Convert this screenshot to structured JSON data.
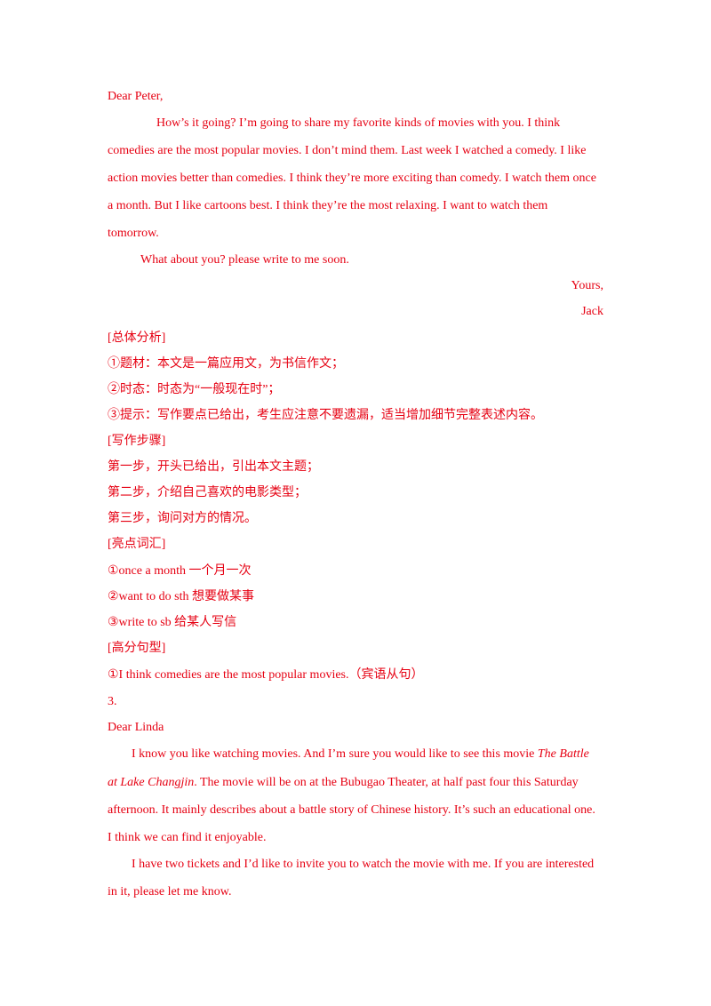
{
  "letter1": {
    "greeting": "Dear Peter,",
    "p1": [
      "How’s it going? I’m going to share my favorite kinds of movies with you. I think",
      "comedies are the most popular movies. I don’t mind them. Last week I watched a comedy. I like",
      "action movies better than comedies. I think they’re more exciting than comedy. I watch them once",
      "a month. But I like cartoons best. I think they’re the most relaxing. I want to watch them",
      "tomorrow."
    ],
    "p2": "What about you? please write to me soon.",
    "closing": "Yours,",
    "signature": "Jack"
  },
  "analysis": {
    "overall_heading": "[总体分析]",
    "overall_items": [
      "①题材：本文是一篇应用文，为书信作文；",
      "②时态：时态为“一般现在时”；",
      "③提示：写作要点已给出，考生应注意不要遗漏，适当增加细节完整表述内容。"
    ],
    "steps_heading": "[写作步骤]",
    "steps": [
      "第一步，开头已给出，引出本文主题；",
      "第二步，介绍自己喜欢的电影类型；",
      "第三步，询问对方的情况。"
    ],
    "vocab_heading": "[亮点词汇]",
    "vocab": [
      "①once a month 一个月一次",
      "②want to do sth 想要做某事",
      "③write to sb 给某人写信"
    ],
    "sentence_heading": "[高分句型]",
    "sentences": [
      "①I think comedies are the most popular movies.（宾语从句）"
    ]
  },
  "item_number": "3.",
  "letter2": {
    "greeting": "Dear Linda",
    "p1_line1_a": "I know you like watching movies. And I’m sure you would like to see this movie ",
    "p1_line1_title": "The Battle",
    "p1_line2_title": "at Lake Changjin",
    "p1_line2_b": ". The movie will be on at the Bubugao Theater, at half past four this Saturday",
    "p1_line3": "afternoon. It mainly describes about a battle story of Chinese history. It’s such an educational one.",
    "p1_line4": "I think we can find it enjoyable.",
    "p2_line1": "I have two tickets and I’d like to invite you to watch the movie with me. If you are interested",
    "p2_line2": "in it, please let me know."
  }
}
